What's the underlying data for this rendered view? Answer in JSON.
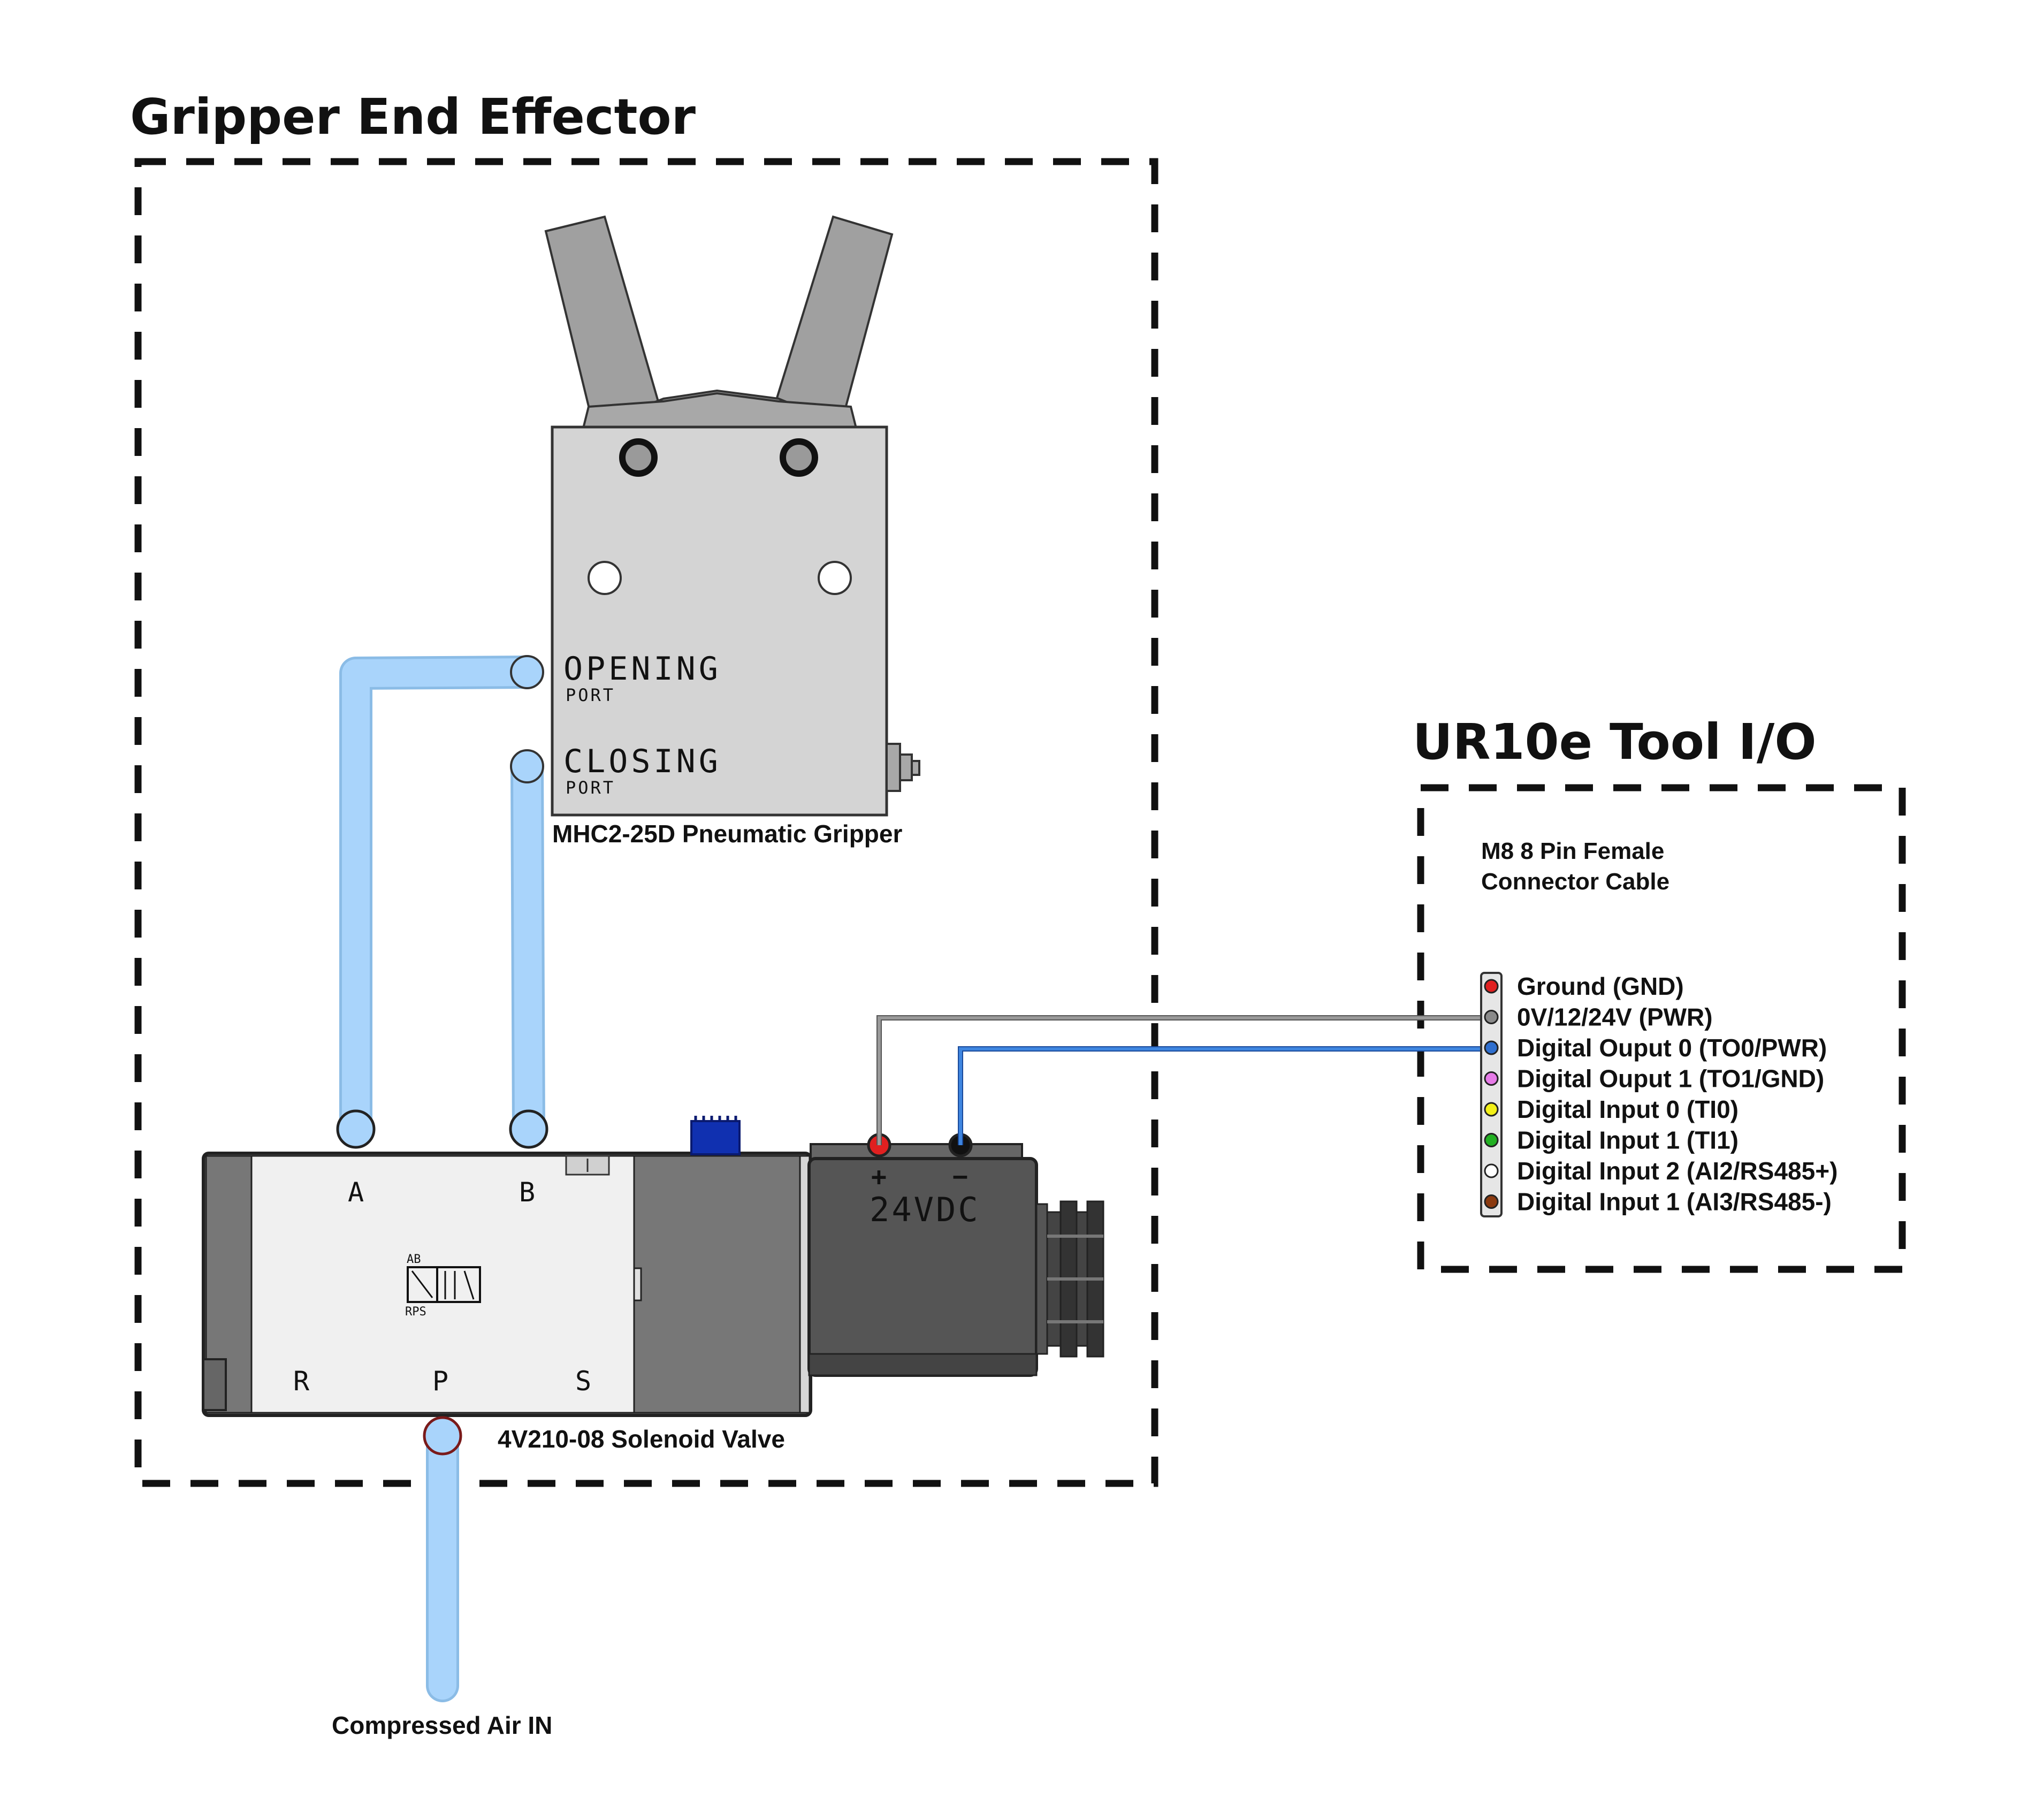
{
  "titles": {
    "gripper_end_effector": "Gripper End Effector",
    "ur10e_tool_io": "UR10e Tool I/O"
  },
  "gripper": {
    "opening_port": "OPENING",
    "opening_port_sub": "PORT",
    "closing_port": "CLOSING",
    "closing_port_sub": "PORT",
    "caption": "MHC2-25D Pneumatic Gripper"
  },
  "valve": {
    "port_a": "A",
    "port_b": "B",
    "port_r": "R",
    "port_p": "P",
    "port_s": "S",
    "symbol_top": "AB",
    "symbol_bottom": "RPS",
    "caption": "4V210-08 Solenoid Valve",
    "coil_plus": "+",
    "coil_minus": "−",
    "coil_voltage": "24VDC"
  },
  "air_inlet": {
    "label": "Compressed Air IN"
  },
  "connector": {
    "caption_line1": "M8 8 Pin Female",
    "caption_line2": "Connector Cable",
    "pins": [
      {
        "label": "Ground (GND)",
        "color": "#e02020"
      },
      {
        "label": "0V/12/24V (PWR)",
        "color": "#8a8a8a"
      },
      {
        "label": "Digital Ouput 0 (TO0/PWR)",
        "color": "#2f6fcf"
      },
      {
        "label": "Digital Ouput 1 (TO1/GND)",
        "color": "#e77be8"
      },
      {
        "label": "Digital Input 0 (TI0)",
        "color": "#f3f018"
      },
      {
        "label": "Digital Input 1 (TI1)",
        "color": "#22b022"
      },
      {
        "label": "Digital Input 2 (AI2/RS485+)",
        "color": "#ffffff"
      },
      {
        "label": "Digital Input 1 (AI3/RS485-)",
        "color": "#8b3a10"
      }
    ]
  },
  "colors": {
    "air_tube": "#a9d4fb",
    "gripper_body": "#d4d4d4",
    "gripper_jaw": "#a0a0a0",
    "valve_body": "#f0f0f0",
    "valve_dark": "#777777",
    "coil": "#555555",
    "wire_power": "#8a8a8a",
    "wire_signal": "#2f6fcf",
    "positive_terminal": "#e02020"
  }
}
